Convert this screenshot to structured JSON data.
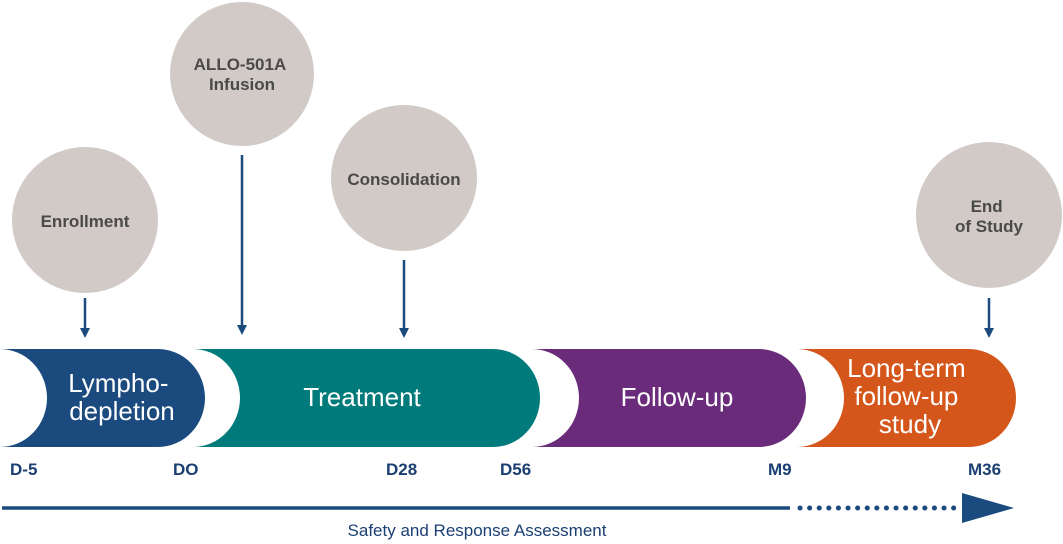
{
  "colors": {
    "bubble": "#d1cac6",
    "bubble_text": "#4a4a4a",
    "navy": "#1b4a7e",
    "teal": "#007a7a",
    "purple": "#6a2c7a",
    "orange": "#d4561b",
    "axis": "#1b4a7e"
  },
  "milestones": {
    "enrollment": {
      "lines": [
        "Enrollment"
      ]
    },
    "infusion": {
      "lines": [
        "ALLO-501A",
        "Infusion"
      ]
    },
    "consolidation": {
      "lines": [
        "Consolidation"
      ]
    },
    "end": {
      "lines": [
        "End",
        "of Study"
      ]
    }
  },
  "phases": {
    "lymphodepletion": {
      "lines": [
        "Lympho-",
        "depletion"
      ]
    },
    "treatment": {
      "lines": [
        "Treatment"
      ]
    },
    "followup": {
      "lines": [
        "Follow-up"
      ]
    },
    "longterm": {
      "lines": [
        "Long-term",
        "follow-up",
        "study"
      ]
    }
  },
  "ticks": {
    "d_minus5": "D-5",
    "d0": "DO",
    "d28": "D28",
    "d56": "D56",
    "m9": "M9",
    "m36": "M36"
  },
  "footer": {
    "label": "Safety and Response Assessment"
  }
}
